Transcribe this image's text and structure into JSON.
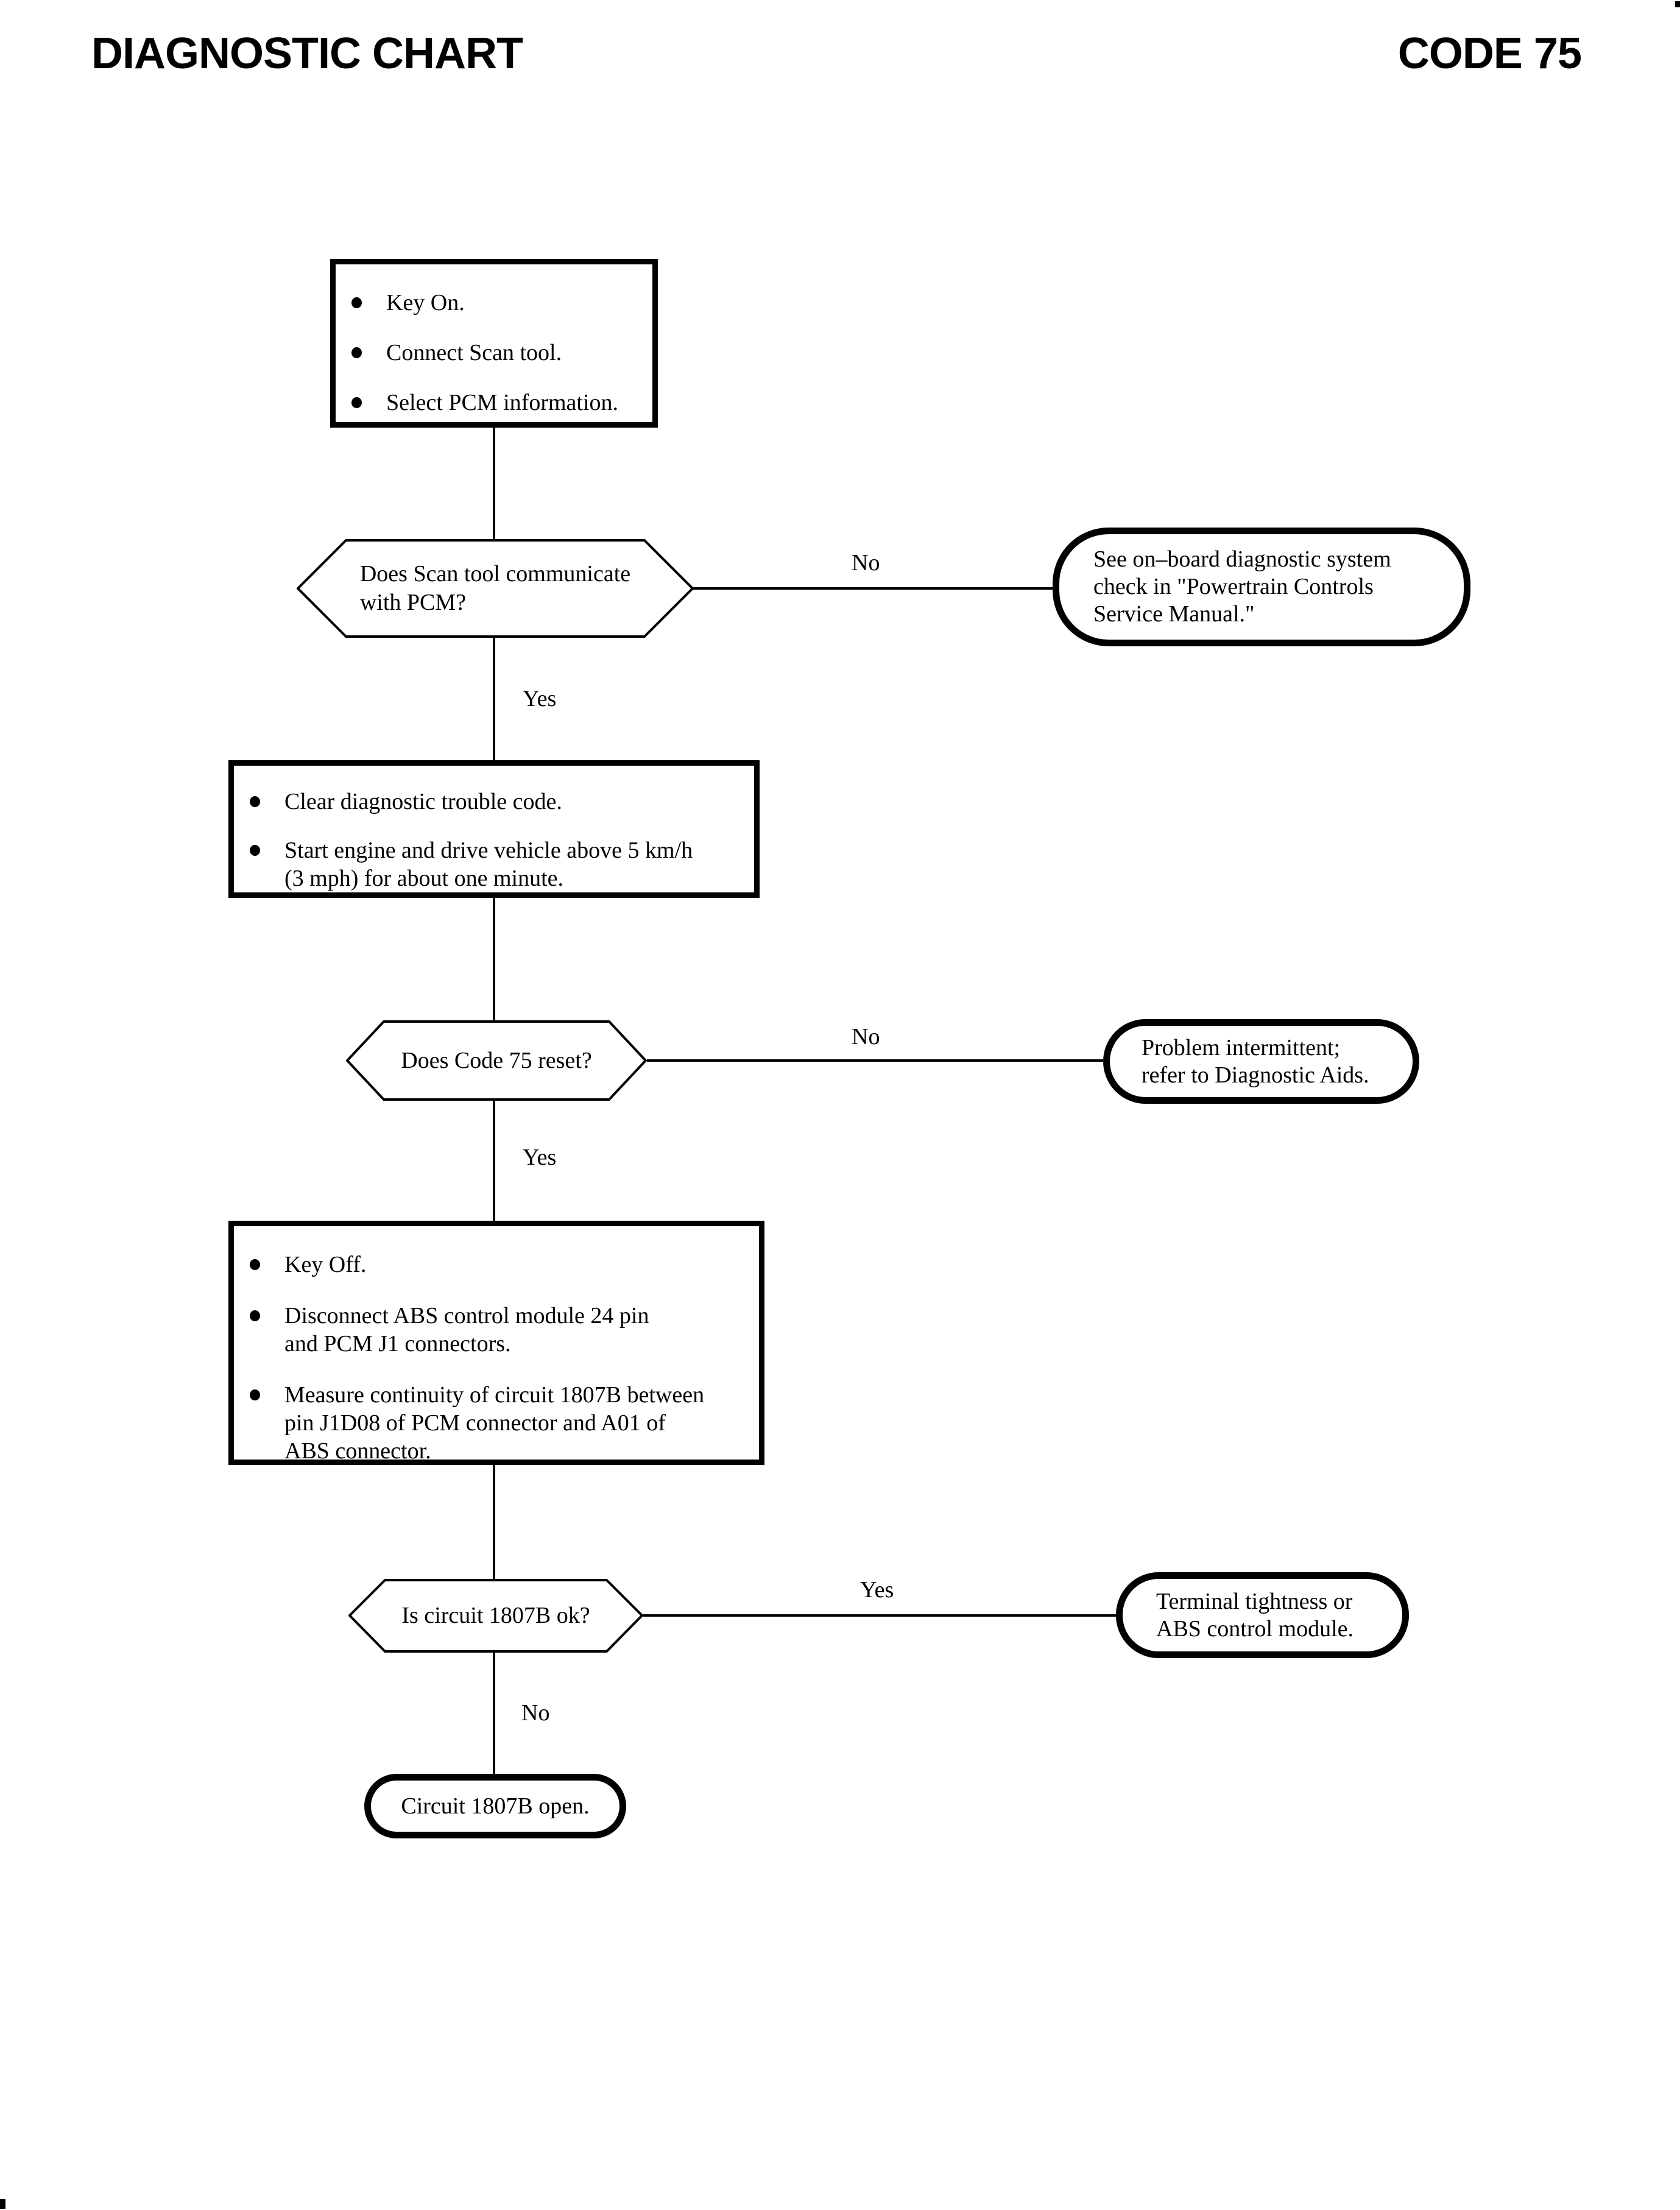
{
  "header": {
    "title": "DIAGNOSTIC CHART",
    "code": "CODE 75"
  },
  "nodes": {
    "step1": {
      "type": "process",
      "bullets": [
        [
          "Key On."
        ],
        [
          "Connect Scan tool."
        ],
        [
          "Select PCM information."
        ]
      ]
    },
    "decision1": {
      "type": "decision",
      "lines": [
        "Does Scan tool communicate",
        "with PCM?"
      ]
    },
    "result1": {
      "type": "terminal",
      "lines": [
        "See on–board diagnostic system",
        "check in \"Powertrain Controls",
        "Service Manual.\""
      ]
    },
    "step2": {
      "type": "process",
      "bullets": [
        [
          "Clear diagnostic trouble code."
        ],
        [
          "Start engine and drive vehicle above 5 km/h",
          "(3 mph) for about one minute."
        ]
      ]
    },
    "decision2": {
      "type": "decision",
      "lines": [
        "Does Code 75 reset?"
      ]
    },
    "result2": {
      "type": "terminal",
      "lines": [
        "Problem intermittent;",
        "refer to Diagnostic Aids."
      ]
    },
    "step3": {
      "type": "process",
      "bullets": [
        [
          "Key Off."
        ],
        [
          "Disconnect ABS control module 24 pin",
          "and PCM J1 connectors."
        ],
        [
          "Measure continuity of circuit 1807B between",
          "pin J1D08 of PCM connector and A01 of",
          "ABS connector."
        ]
      ]
    },
    "decision3": {
      "type": "decision",
      "lines": [
        "Is circuit 1807B ok?"
      ]
    },
    "result3": {
      "type": "terminal",
      "lines": [
        "Terminal tightness or",
        "ABS control module."
      ]
    },
    "result4": {
      "type": "terminal",
      "lines": [
        "Circuit 1807B open."
      ]
    }
  },
  "edges": [
    {
      "from": "step1",
      "to": "decision1",
      "label": ""
    },
    {
      "from": "decision1",
      "to": "result1",
      "label": "No"
    },
    {
      "from": "decision1",
      "to": "step2",
      "label": "Yes"
    },
    {
      "from": "step2",
      "to": "decision2",
      "label": ""
    },
    {
      "from": "decision2",
      "to": "result2",
      "label": "No"
    },
    {
      "from": "decision2",
      "to": "step3",
      "label": "Yes"
    },
    {
      "from": "step3",
      "to": "decision3",
      "label": ""
    },
    {
      "from": "decision3",
      "to": "result3",
      "label": "Yes"
    },
    {
      "from": "decision3",
      "to": "result4",
      "label": "No"
    }
  ]
}
